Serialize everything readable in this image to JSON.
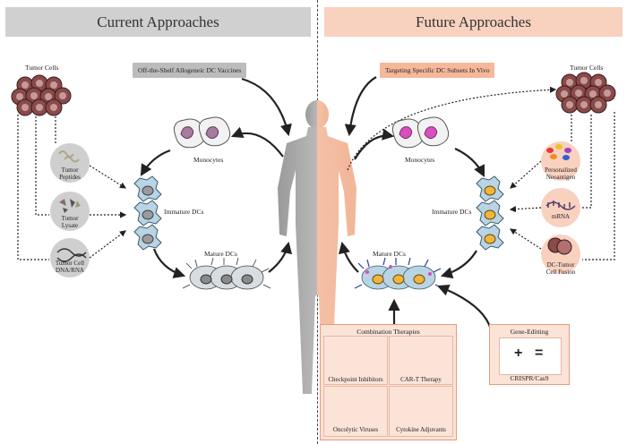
{
  "header": {
    "current": "Current Approaches",
    "future": "Future Approaches"
  },
  "left": {
    "tumor_cells": "Tumor Cells",
    "vaccine_label": "Off-the-Shelf Allogeneic DC Vaccines",
    "monocytes": "Monocytes",
    "immature_dcs": "Immature DCs",
    "mature_dcs": "Mature DCs",
    "antigens": [
      {
        "line1": "Tumor",
        "line2": "Peptides"
      },
      {
        "line1": "Tumor",
        "line2": "Lysate"
      },
      {
        "line1": "Tumor Cell",
        "line2": "DNA/RNA"
      }
    ]
  },
  "right": {
    "targeting_label": "Targeting Specific DC Subsets In Vivo",
    "tumor_cells": "Tumor Cells",
    "monocytes": "Monocytes",
    "immature_dcs": "Immature DCs",
    "mature_dcs": "Mature DCs",
    "antigens": [
      {
        "line1": "Personalized",
        "line2": "Neoantigen"
      },
      {
        "line1": "mRNA",
        "line2": ""
      },
      {
        "line1": "DC-Tumor",
        "line2": "Cell Fusion"
      }
    ],
    "combination": {
      "title": "Combination Therapies",
      "items": [
        "Checkpoint Inhibitors",
        "CAR-T Therapy",
        "Oncolytic Viruses",
        "Cytokine Adjuvants"
      ]
    },
    "gene_editing": {
      "title": "Gene-Editting",
      "item": "CRISPR/Cas9"
    }
  },
  "colors": {
    "grey_banner": "#d0d0d0",
    "peach_banner": "#f8d1bf",
    "monocyte_purple": "#a87aa0",
    "monocyte_magenta": "#d84fc0",
    "dc_blue": "#b9d4e4",
    "dc_nucleus_orange": "#f0b53a",
    "tumor_red": "#8a4a4a"
  }
}
